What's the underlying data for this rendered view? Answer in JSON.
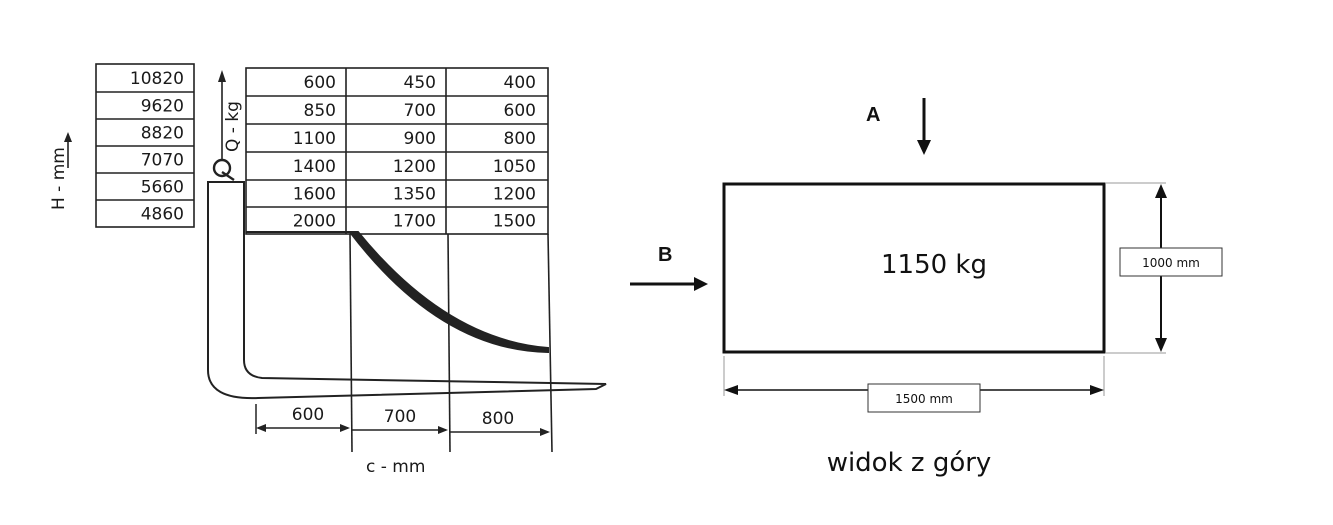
{
  "left": {
    "h_axis_label": "H - mm",
    "q_axis_label": "Q - kg",
    "c_axis_label": "c - mm",
    "heights": [
      "10820",
      "9620",
      "8820",
      "7070",
      "5660",
      "4860"
    ],
    "capacity_rows": [
      [
        "600",
        "450",
        "400"
      ],
      [
        "850",
        "700",
        "600"
      ],
      [
        "1100",
        "900",
        "800"
      ],
      [
        "1400",
        "1200",
        "1050"
      ],
      [
        "1600",
        "1350",
        "1200"
      ],
      [
        "2000",
        "1700",
        "1500"
      ]
    ],
    "c_values": [
      "600",
      "700",
      "800"
    ]
  },
  "right": {
    "label_a": "A",
    "label_b": "B",
    "mass": "1150 kg",
    "height_dim": "1000 mm",
    "width_dim": "1500 mm",
    "caption": "widok z góry"
  }
}
